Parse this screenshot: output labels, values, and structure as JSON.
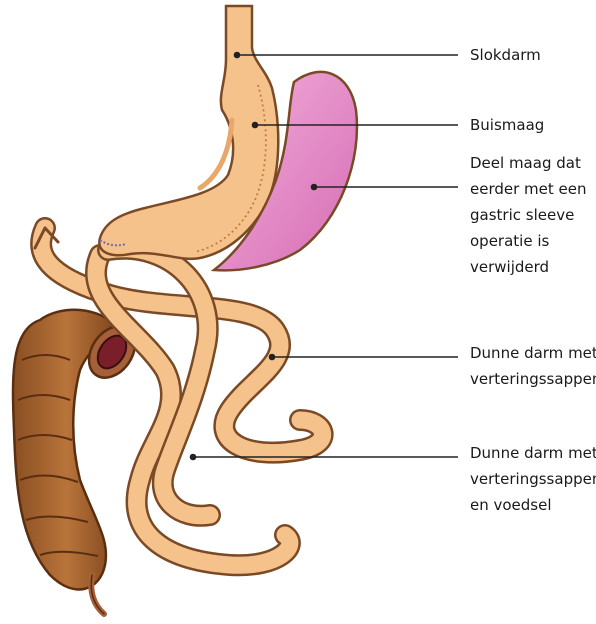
{
  "labels": {
    "esophagus": [
      "Slokdarm"
    ],
    "sleeve": [
      "Buismaag"
    ],
    "removed": [
      "Deel maag dat",
      "eerder met een",
      "gastric sleeve",
      "operatie is",
      "verwijderd"
    ],
    "biliary": [
      "Dunne darm met",
      "verteringssappen"
    ],
    "common": [
      "Dunne darm met",
      "verteringssappen",
      "en voedsel"
    ]
  },
  "colors": {
    "tissue": "#f6c28b",
    "tissue_shade": "#e9a86a",
    "outline": "#7a4a26",
    "removed_stomach": "#e07fc0",
    "colon": "#9a5a2a",
    "colon_dark": "#6e3c1a",
    "leader": "#222222"
  }
}
